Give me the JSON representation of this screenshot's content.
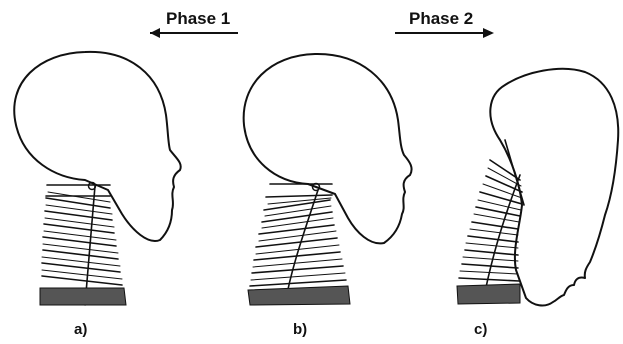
{
  "arrows": [
    {
      "label": "Phase 1",
      "direction": "left"
    },
    {
      "label": "Phase 2",
      "direction": "right"
    }
  ],
  "panels": [
    {
      "label": "a)"
    },
    {
      "label": "b)"
    },
    {
      "label": "c)"
    }
  ]
}
